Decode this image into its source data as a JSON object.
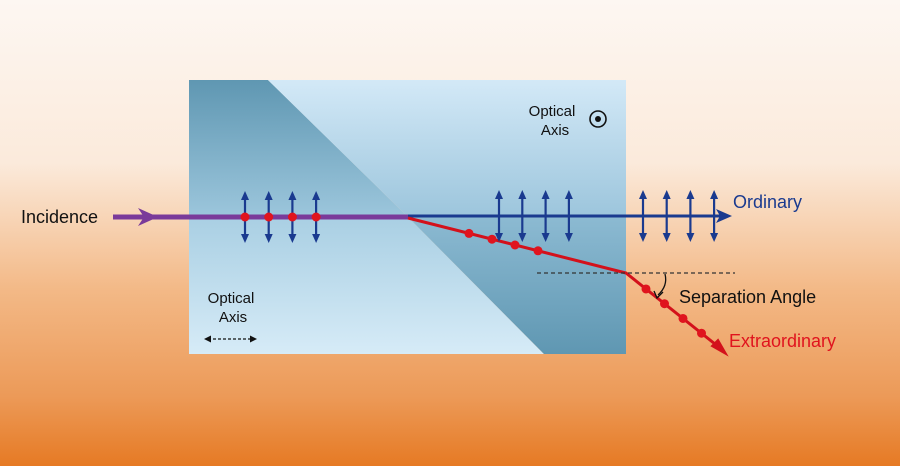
{
  "title": "Wollaston/Rochon-style birefringent prism beam separation",
  "labels": {
    "incidence": "Incidence",
    "ordinary": "Ordinary",
    "extraordinary": "Extraordinary",
    "separation_angle": "Separation Angle",
    "optical_axis_left_line1": "Optical",
    "optical_axis_left_line2": "Axis",
    "optical_axis_right_line1": "Optical",
    "optical_axis_right_line2": "Axis"
  },
  "icons": {
    "axis_out_of_plane": "dot-in-circle-icon",
    "axis_in_plane": "double-headed-dashed-arrow-icon"
  },
  "colors": {
    "incidence_beam": "#7a3a9a",
    "ordinary_beam": "#1a3a8f",
    "extraordinary_beam": "#e0141e",
    "polarization_dot": "#e0141e",
    "prism_dark": "#5f97b2",
    "prism_light": "#cfe6f5",
    "text_dark": "#111111",
    "ordinary_text": "#1a3a8f",
    "extraordinary_text": "#e0141e"
  },
  "polarization": {
    "incidence_arrows_with_dots": 4,
    "ordinary_arrows_inside_prism": 4,
    "ordinary_arrows_outside_prism": 4,
    "extraordinary_dots_inside_prism": 4,
    "extraordinary_dots_outside_prism": 4
  }
}
